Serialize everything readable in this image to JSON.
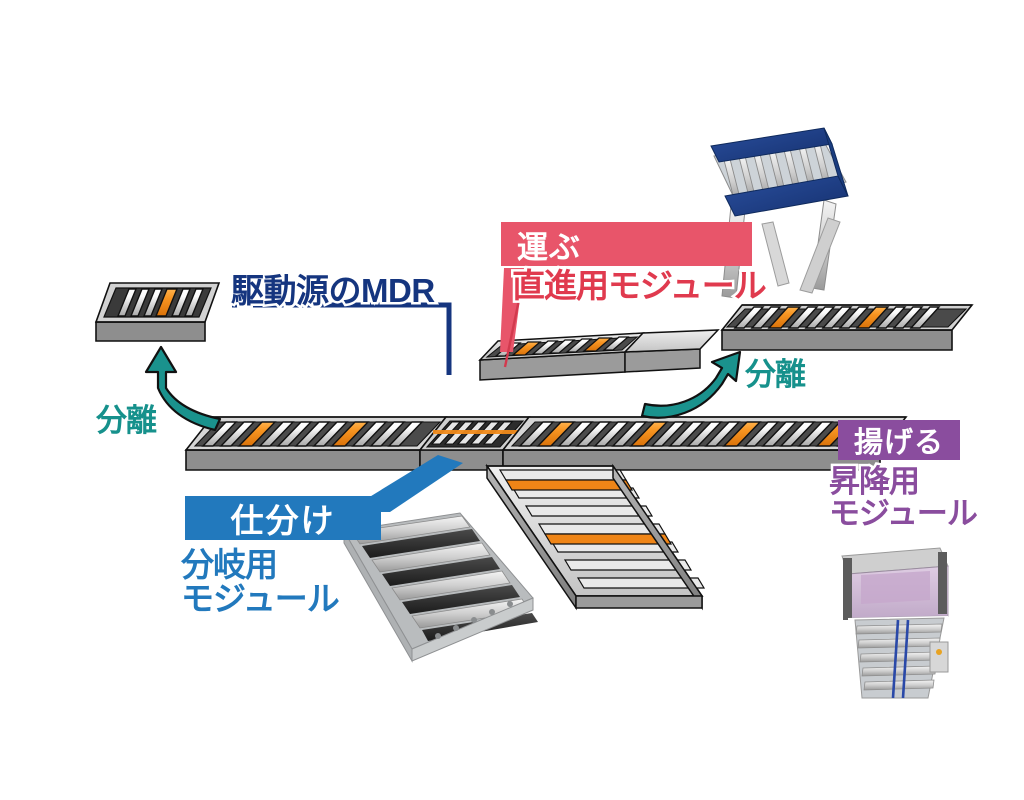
{
  "diagram": {
    "title": "MDR conveyor module system",
    "background": "#ffffff",
    "colors": {
      "mdr_navy": "#15357f",
      "carry_red": "#e8556a",
      "carry_red_text": "#e03a4e",
      "sort_blue": "#2279bd",
      "lift_purple": "#8a4d9e",
      "separate_teal": "#16918c",
      "roller_orange": "#ef8517",
      "frame_gray": "#8c8c8c"
    }
  },
  "callouts": {
    "mdr": {
      "text": "駆動源のMDR",
      "color": "#15357f",
      "leader": "elbow-down-to-center-module"
    },
    "carry": {
      "banner": "運ぶ",
      "subtitle": "直進用モジュール",
      "banner_color": "#e8556a",
      "leader": "diagonal-down-left-to-straight-module"
    },
    "sort": {
      "banner": "仕分け",
      "subtitle_line1": "分岐用",
      "subtitle_line2": "モジュール",
      "banner_color": "#2279bd",
      "leader": "diagonal-up-right-to-branch-module"
    },
    "lift": {
      "banner": "揚げる",
      "subtitle_line1": "昇降用",
      "subtitle_line2": "モジュール",
      "banner_color": "#8a4d9e"
    },
    "separate_left": {
      "text": "分離",
      "color": "#16918c",
      "arrow": "curved-arrow-up-left"
    },
    "separate_right": {
      "text": "分離",
      "color": "#16918c",
      "arrow": "curved-arrow-up-right"
    }
  },
  "photos": {
    "straight_module": {
      "name": "blue-frame-roller-conveyor-photo",
      "caption": "直進用モジュール"
    },
    "branch_module": {
      "name": "branching-roller-module-photo",
      "caption": "分岐用モジュール"
    },
    "lift_module": {
      "name": "vertical-lift-conveyor-photo",
      "caption": "昇降用モジュール"
    }
  },
  "illustration": {
    "main_line": "horizontal conveyor line with orange MDR rollers",
    "detached_left": "small detached module with single orange MDR roller",
    "detached_right": "detached straight module with two orange MDR rollers",
    "branch_down": "branch conveyor descending to the lower right",
    "branch_up": "branch conveyor ascending to the upper right"
  }
}
